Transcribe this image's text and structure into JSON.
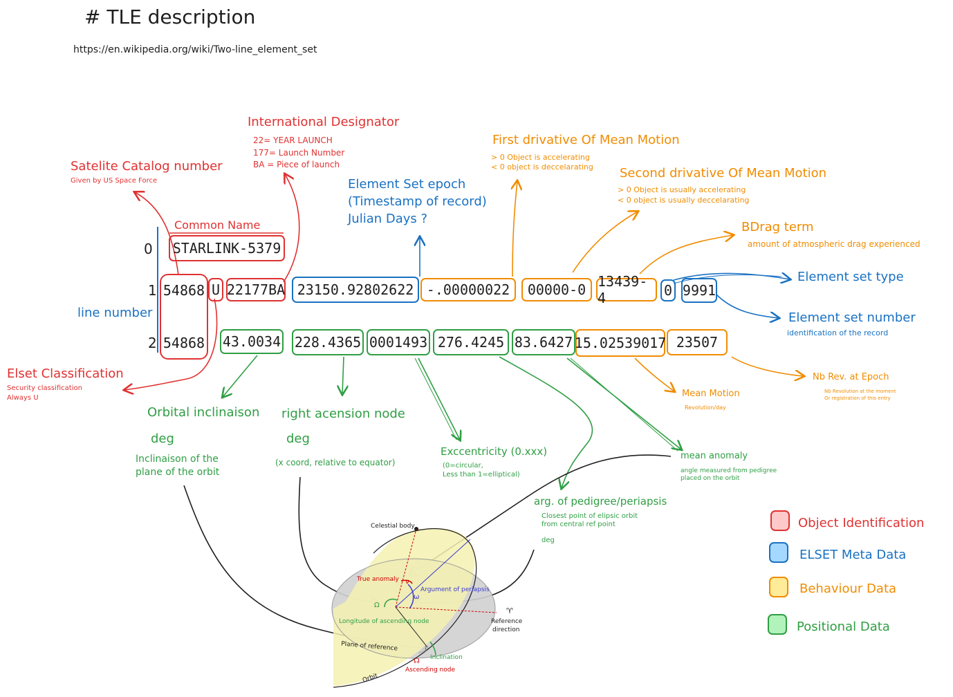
{
  "title": "# TLE description",
  "url": "https://en.wikipedia.org/wiki/Two-line_element_set",
  "line_numbers": [
    "0",
    "1",
    "2"
  ],
  "line0": {
    "common_name": "STARLINK-5379"
  },
  "line1": {
    "catalog": "54868",
    "classification": "U",
    "designator": "22177BA",
    "epoch": "23150.92802622",
    "first_deriv": "-.00000022",
    "second_deriv": "00000-0",
    "bdrag": "13439-4",
    "set_type": "0",
    "set_number": "9991"
  },
  "line2": {
    "catalog": "54868",
    "inclination": "43.0034",
    "raan": "228.4365",
    "eccentricity": "0001493",
    "arg_perigee": "276.4245",
    "mean_anomaly": "83.6427",
    "mean_motion": "15.02539017",
    "rev_number": "23507"
  },
  "labels": {
    "common_name": "Common Name",
    "catalog_title": "Satelite Catalog number",
    "catalog_sub": "Given by US Space Force",
    "designator_title": "International Designator",
    "designator_1": "22= YEAR LAUNCH",
    "designator_2": "177= Launch Number",
    "designator_3": "BA = Piece of launch",
    "epoch_1": "Element Set epoch",
    "epoch_2": "(Timestamp of record)",
    "epoch_3": "Julian Days ?",
    "first_title": "First drivative Of Mean Motion",
    "first_1": "> 0 Object is accelerating",
    "first_2": "< 0 object is deccelarating",
    "second_title": "Second drivative Of Mean Motion",
    "second_1": "> 0 Object is usually accelerating",
    "second_2": "< 0 object is usually deccelarating",
    "bdrag_title": "BDrag term",
    "bdrag_sub": "amount of atmospheric drag experienced",
    "set_type": "Element set type",
    "set_number_title": "Element set number",
    "set_number_sub": "identification of the record",
    "line_number": "line number",
    "elset_title": "Elset Classification",
    "elset_1": "Security classification",
    "elset_2": "Always U",
    "incl_title": "Orbital inclinaison",
    "incl_unit": "deg",
    "incl_1": "Inclinaison of the",
    "incl_2": "plane of the orbit",
    "raan_title": "right acension node",
    "raan_unit": "deg",
    "raan_sub": "(x coord, relative to equator)",
    "ecc_title": "Exccentricity (0.xxx)",
    "ecc_1": "(0=circular,",
    "ecc_2": "Less than 1=elliptical)",
    "argp_title": "arg. of pedigree/periapsis",
    "argp_1": "Closest point of elipsic orbit",
    "argp_2": "from central ref point",
    "argp_unit": "deg",
    "ma_title": "mean anomaly",
    "ma_1": "angle measured from pedigree",
    "ma_2": "placed on the orbit",
    "mm_title": "Mean Motion",
    "mm_sub": "Revolution/day",
    "rev_title": "Nb Rev. at Epoch",
    "rev_1": "Nb Revolution at the moment",
    "rev_2": "Or registration of this entry"
  },
  "legend": [
    {
      "label": "Object Identification",
      "color": "#ffc9c9",
      "border": "#e03131",
      "text": "#e03131"
    },
    {
      "label": "ELSET Meta Data",
      "color": "#a5d8ff",
      "border": "#1971c2",
      "text": "#1971c2"
    },
    {
      "label": "Behaviour Data",
      "color": "#ffec99",
      "border": "#f08c00",
      "text": "#f08c00"
    },
    {
      "label": "Positional Data",
      "color": "#b2f2bb",
      "border": "#2f9e44",
      "text": "#2f9e44"
    }
  ],
  "orbit_figure": {
    "celestial_body": "Celestial body",
    "true_anomaly": "True anomaly",
    "nu": "ν",
    "arg_periapsis": "Argument of periapsis",
    "omega_small": "ω",
    "omega_big": "Ω",
    "lon_node": "Longitude of ascending node",
    "reference_1": "Reference",
    "reference_2": "direction",
    "aries": "♈",
    "plane_ref": "Plane of reference",
    "inclination_i": "i",
    "inclination": "Inclination",
    "asc_symbol": "☊",
    "asc_node": "Ascending node",
    "orbit": "Orbit"
  },
  "colors": {
    "red": "#e03131",
    "blue": "#1971c2",
    "orange": "#f08c00",
    "green": "#2f9e44",
    "black": "#1e1e1e"
  }
}
